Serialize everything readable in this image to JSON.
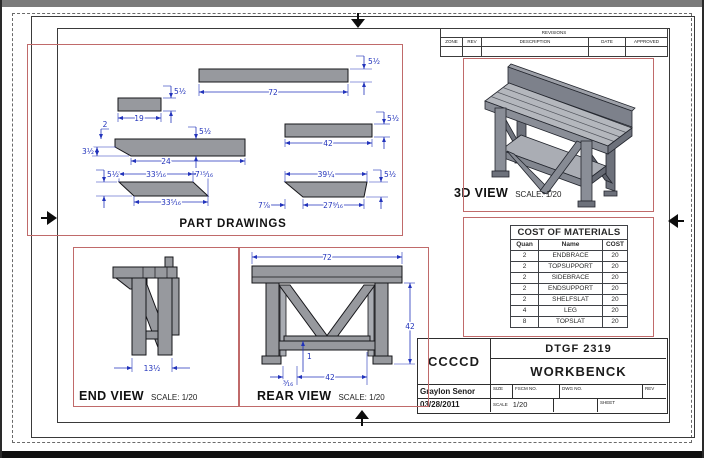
{
  "colors": {
    "viewport_border": "#c06a6a",
    "dimension_blue": "#2233bb",
    "part_fill_gray": "#97999e"
  },
  "revisions": {
    "title": "REVISIONS",
    "columns": [
      "ZONE",
      "REV",
      "DESCRIPTION",
      "DATE",
      "APPROVED"
    ]
  },
  "part_drawings": {
    "label": "PART DRAWINGS",
    "top_slat": {
      "length": "72",
      "thickness": "5½"
    },
    "shelf_slat": {
      "length": "19",
      "thickness": "5½"
    },
    "end_support": {
      "length": "24",
      "thickness": "5½",
      "notch_depth": "2",
      "notch_height": "3½"
    },
    "top_support": {
      "length": "42",
      "thickness": "5½"
    },
    "side_brace": {
      "top_length": "33⁵⁄₁₆",
      "offset": "7¹⁵⁄₁₆",
      "bottom_length": "33⁵⁄₁₆",
      "thickness": "5½"
    },
    "end_brace": {
      "top_length": "39¼",
      "offset": "7⅞",
      "bottom_length": "27⁹⁄₁₆",
      "thickness": "5½"
    }
  },
  "view_3d": {
    "label": "3D VIEW",
    "scale": "SCALE: 1/20"
  },
  "view_end": {
    "label": "END VIEW",
    "scale": "SCALE: 1/20",
    "width_dim": "13½"
  },
  "view_rear": {
    "label": "REAR VIEW",
    "scale": "SCALE: 1/20",
    "top_dim": "72",
    "height_dim": "42",
    "bottom_dim": "42",
    "offset_dim": "³⁄₁₆",
    "slat_dim": "1"
  },
  "cost_table": {
    "title": "COST OF MATERIALS",
    "columns": [
      "Quan",
      "Name",
      "COST"
    ],
    "rows": [
      [
        "2",
        "ENDBRACE",
        "20"
      ],
      [
        "2",
        "TOPSUPPORT",
        "20"
      ],
      [
        "2",
        "SIDEBRACE",
        "20"
      ],
      [
        "2",
        "ENDSUPPORT",
        "20"
      ],
      [
        "2",
        "SHELFSLAT",
        "20"
      ],
      [
        "4",
        "LEG",
        "20"
      ],
      [
        "8",
        "TOPSLAT",
        "20"
      ]
    ]
  },
  "title_block": {
    "company": "CCCCD",
    "course": "DTGF 2319",
    "drawing_title": "WORKBENCK",
    "author": "Graylon Senor",
    "date": "03/28/2011",
    "size_label": "SIZE",
    "fscm_label": "FSCM NO.",
    "dwg_label": "DWG NO.",
    "rev_label": "REV",
    "scale_label": "SCALE",
    "scale_value": "1/20",
    "sheet_label": "SHEET"
  }
}
